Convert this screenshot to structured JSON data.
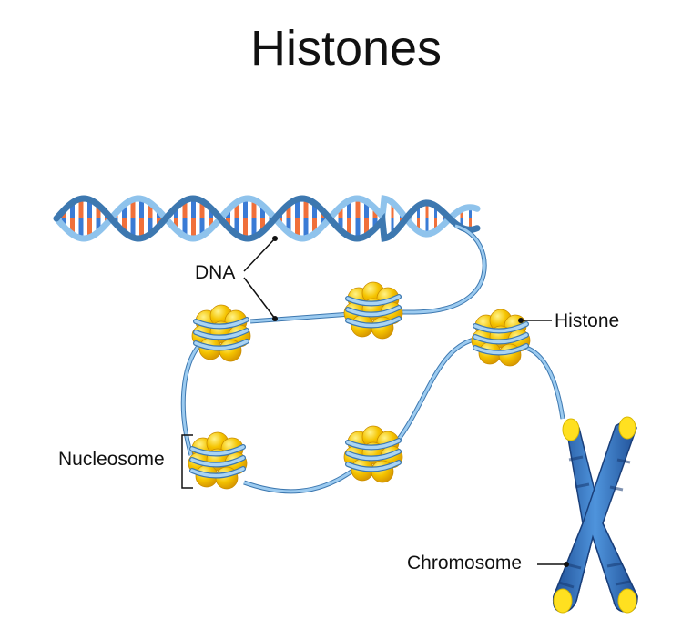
{
  "title": "Histones",
  "labels": {
    "dna": "DNA",
    "histone": "Histone",
    "nucleosome": "Nucleosome",
    "chromosome": "Chromosome"
  },
  "colors": {
    "dna_strand_light": "#8fc3ec",
    "dna_strand_dark": "#3d78b0",
    "base_orange": "#f0703a",
    "base_blue": "#3a7bd5",
    "histone_yellow": "#f5c400",
    "histone_highlight": "#ffe566",
    "chromosome_blue": "#2f6fbf",
    "chromosome_tip": "#ffe020"
  },
  "nodes": [
    {
      "id": "nucleosome-1",
      "type": "nucleosome"
    },
    {
      "id": "nucleosome-2",
      "type": "nucleosome"
    },
    {
      "id": "nucleosome-3",
      "type": "nucleosome"
    },
    {
      "id": "nucleosome-4",
      "type": "nucleosome"
    },
    {
      "id": "nucleosome-5",
      "type": "nucleosome"
    },
    {
      "id": "chromosome",
      "type": "chromosome"
    }
  ]
}
